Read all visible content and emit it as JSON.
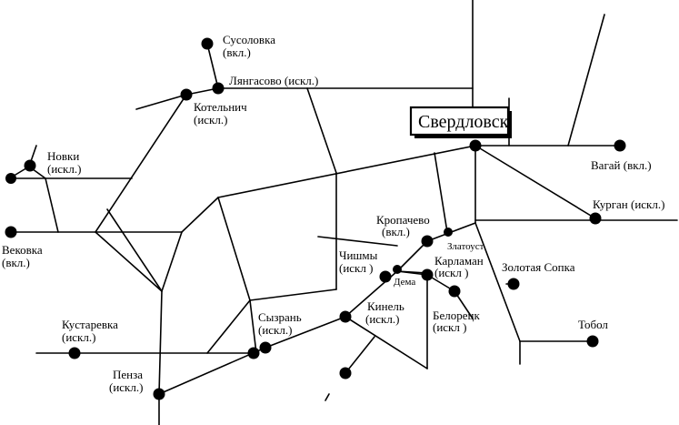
{
  "map": {
    "main_city": "Свердловск",
    "stations": {
      "susolovka": [
        "Сусоловка",
        "(вкл.)"
      ],
      "lyangasovo": [
        "Лянгасово (искл.)"
      ],
      "kotelnich": [
        "Котельнич",
        "(искл.)"
      ],
      "novki": [
        "Новки",
        "(искл.)"
      ],
      "vekovka": [
        "Вековка",
        "(вкл.)"
      ],
      "vagai": [
        "Вагай (вкл.)"
      ],
      "kurgan": [
        "Курган (искл.)"
      ],
      "kropachevo": [
        "Кропачево",
        "(вкл.)"
      ],
      "zlatoust": [
        "Златоуст"
      ],
      "chishmy": [
        "Чишмы",
        "(искл )"
      ],
      "karlaman": [
        "Карламан",
        "(искл )"
      ],
      "dema": [
        "Дема"
      ],
      "zolotaya_sopka": [
        "Золотая Сопка"
      ],
      "kustarevka": [
        "Кустаревка",
        "(искл.)"
      ],
      "syzran": [
        "Сызрань",
        "(искл.)"
      ],
      "kinel": [
        "Кинель",
        "(искл.)"
      ],
      "beloretsk": [
        "Белорецк",
        "(искл )"
      ],
      "tobol": [
        "Тобол"
      ],
      "penza": [
        "Пенза",
        "(искл.)"
      ]
    }
  }
}
